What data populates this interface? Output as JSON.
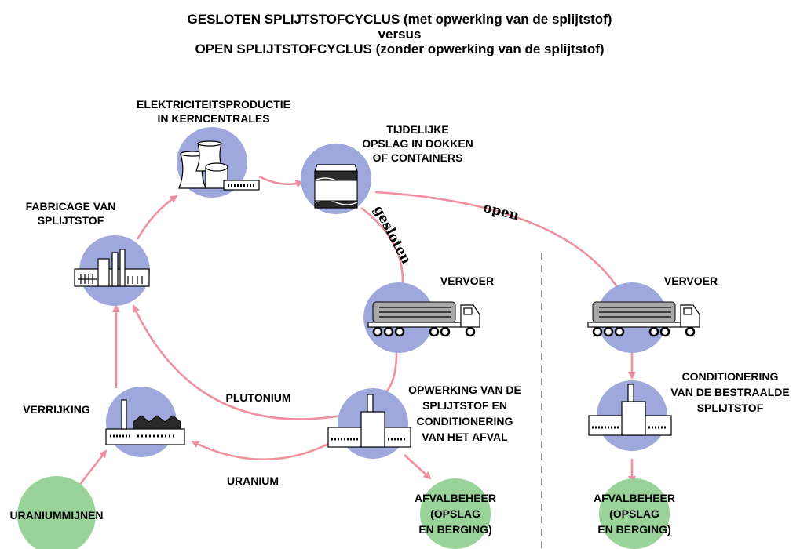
{
  "title": {
    "line1": "GESLOTEN SPLIJTSTOFCYCLUS (met opwerking van de splijtstof)",
    "line2": "versus",
    "line3": "OPEN SPLIJTSTOFCYCLUS (zonder opwerking van de splijtstof)"
  },
  "nodes": {
    "elektriciteit": [
      "ELEKTRICITEITSPRODUCTIE",
      "IN KERNCENTRALES"
    ],
    "opslag": [
      "TIJDELIJKE",
      "OPSLAG IN DOKKEN",
      "OF CONTAINERS"
    ],
    "fabricage": [
      "FABRICAGE VAN",
      "SPLIJTSTOF"
    ],
    "vervoer_gesloten": [
      "VERVOER"
    ],
    "vervoer_open": [
      "VERVOER"
    ],
    "verrijking": [
      "VERRIJKING"
    ],
    "opwerking": [
      "OPWERKING VAN DE",
      "SPLIJTSTOF EN",
      "CONDITIONERING",
      "VAN HET AFVAL"
    ],
    "conditionering": [
      "CONDITIONERING",
      "VAN DE BESTRAALDE",
      "SPLIJTSTOF"
    ],
    "uraniummijnen": [
      "URANIUMMIJNEN"
    ],
    "afvalbeheer_gesloten": [
      "AFVALBEHEER",
      "(OPSLAG",
      "EN BERGING)"
    ],
    "afvalbeheer_open": [
      "AFVALBEHEER",
      "(OPSLAG",
      "EN BERGING)"
    ]
  },
  "edges": {
    "gesloten": "gesloten",
    "open": "open",
    "plutonium": "PLUTONIUM",
    "uranium": "URANIUM"
  },
  "colors": {
    "arrow": "#ef8fa0",
    "process_node": "#9fa8dc",
    "endpoint_node": "#9ad39a"
  },
  "icons": [
    "nuclear-plant-icon",
    "storage-container-icon",
    "factory-icon",
    "truck-icon",
    "enrichment-plant-icon",
    "reprocessing-plant-icon"
  ]
}
